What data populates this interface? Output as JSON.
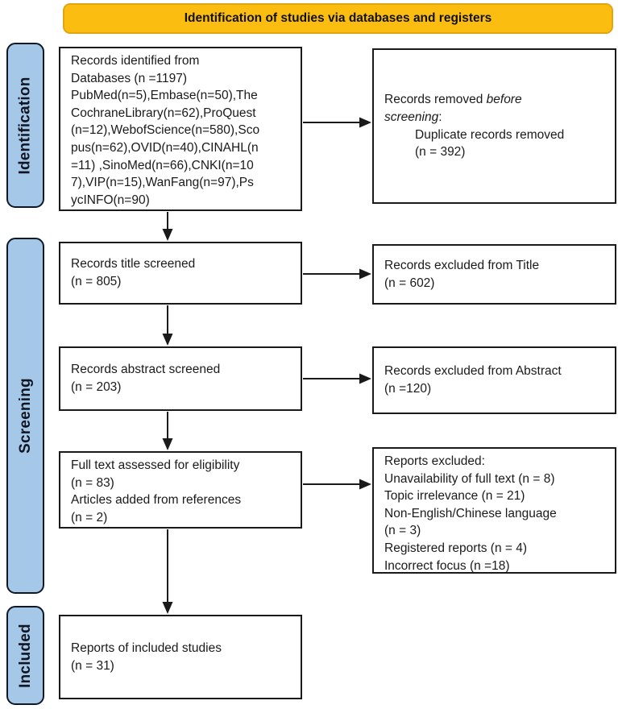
{
  "colors": {
    "banner_bg": "#FBBE10",
    "banner_border": "#E0A513",
    "stage_bg": "#A5C8E9",
    "stage_border": "#101826",
    "box_border": "#1a1a1a",
    "text": "#1a1a1a"
  },
  "banner": {
    "label": "Identification of studies via databases and registers"
  },
  "sidebar": {
    "stages": [
      {
        "label": "Identification"
      },
      {
        "label": "Screening"
      },
      {
        "label": "Included"
      }
    ]
  },
  "boxes": {
    "identified": {
      "lines": [
        "Records identified from",
        "Databases (n =1197)",
        "PubMed(n=5),Embase(n=50),The",
        "CochraneLibrary(n=62),ProQuest",
        "(n=12),WebofScience(n=580),Sco",
        "pus(n=62),OVID(n=40),CINAHL(n",
        "=11) ,SinoMed(n=66),CNKI(n=10",
        "7),VIP(n=15),WanFang(n=97),Ps",
        "ycINFO(n=90)"
      ]
    },
    "removed_before": {
      "prefix": "Records removed ",
      "italic_part": "before",
      "italic_part2": "screening",
      "suffix": ":",
      "detail_lines": [
        "Duplicate records removed",
        "(n = 392)"
      ]
    },
    "title_screened": {
      "lines": [
        "Records title screened",
        "(n = 805)"
      ]
    },
    "excluded_title": {
      "lines": [
        "Records excluded from Title",
        "(n = 602)"
      ]
    },
    "abstract_screened": {
      "lines": [
        "Records abstract screened",
        "(n = 203)"
      ]
    },
    "excluded_abstract": {
      "lines": [
        "Records excluded from Abstract",
        "(n =120)"
      ]
    },
    "fulltext": {
      "lines": [
        "Full text assessed for eligibility",
        "(n = 83)",
        "Articles added from references",
        "(n = 2)"
      ]
    },
    "reports_excluded": {
      "lines": [
        "Reports excluded:",
        "Unavailability of full text (n = 8)",
        "Topic irrelevance (n = 21)",
        "Non-English/Chinese language",
        "(n = 3)",
        "Registered reports (n = 4)",
        "Incorrect focus (n =18)"
      ]
    },
    "included_reports": {
      "lines": [
        "Reports of included studies",
        "(n = 31)"
      ]
    }
  }
}
